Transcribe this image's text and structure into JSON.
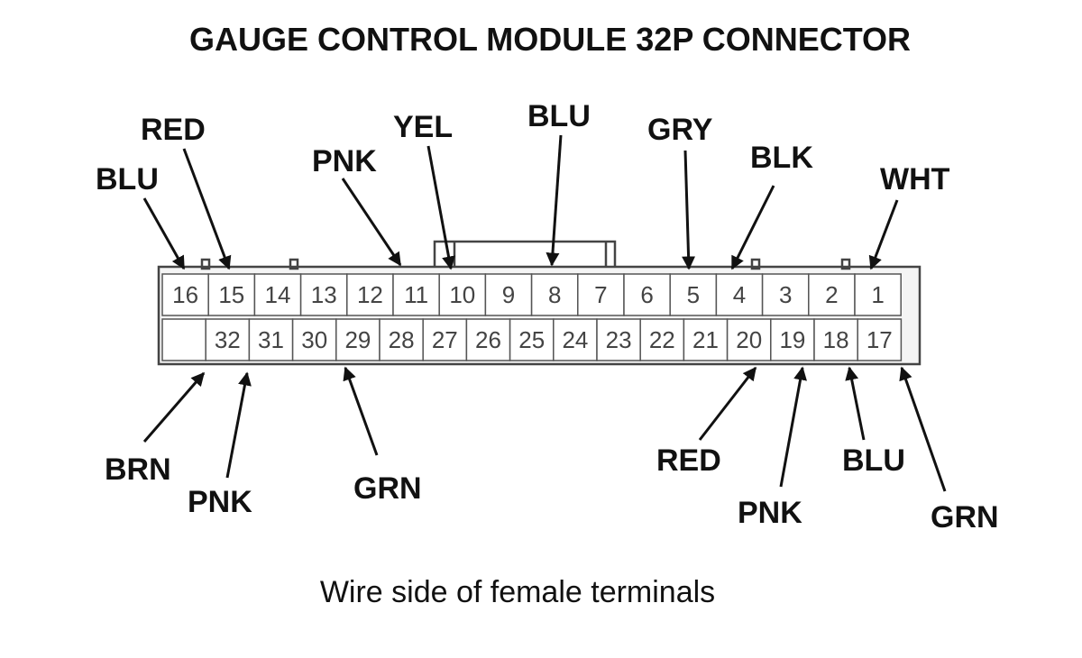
{
  "title": "GAUGE CONTROL MODULE 32P CONNECTOR",
  "caption": "Wire side of female terminals",
  "connector": {
    "top_row": [
      "16",
      "15",
      "14",
      "13",
      "12",
      "11",
      "10",
      "9",
      "8",
      "7",
      "6",
      "5",
      "4",
      "3",
      "2",
      "1"
    ],
    "bottom_row": [
      "",
      "32",
      "31",
      "30",
      "29",
      "28",
      "27",
      "26",
      "25",
      "24",
      "23",
      "22",
      "21",
      "20",
      "19",
      "18",
      "17"
    ]
  },
  "wire_labels": [
    {
      "pin": "16",
      "color": "BLU"
    },
    {
      "pin": "15",
      "color": "RED"
    },
    {
      "pin": "11",
      "color": "PNK"
    },
    {
      "pin": "10",
      "color": "YEL"
    },
    {
      "pin": "8",
      "color": "BLU"
    },
    {
      "pin": "5",
      "color": "GRY"
    },
    {
      "pin": "4",
      "color": "BLK"
    },
    {
      "pin": "1",
      "color": "WHT"
    },
    {
      "pin": "32",
      "color": "BRN"
    },
    {
      "pin": "31",
      "color": "PNK"
    },
    {
      "pin": "29",
      "color": "GRN"
    },
    {
      "pin": "20",
      "color": "RED"
    },
    {
      "pin": "19",
      "color": "PNK"
    },
    {
      "pin": "18",
      "color": "BLU"
    },
    {
      "pin": "17",
      "color": "GRN"
    }
  ]
}
